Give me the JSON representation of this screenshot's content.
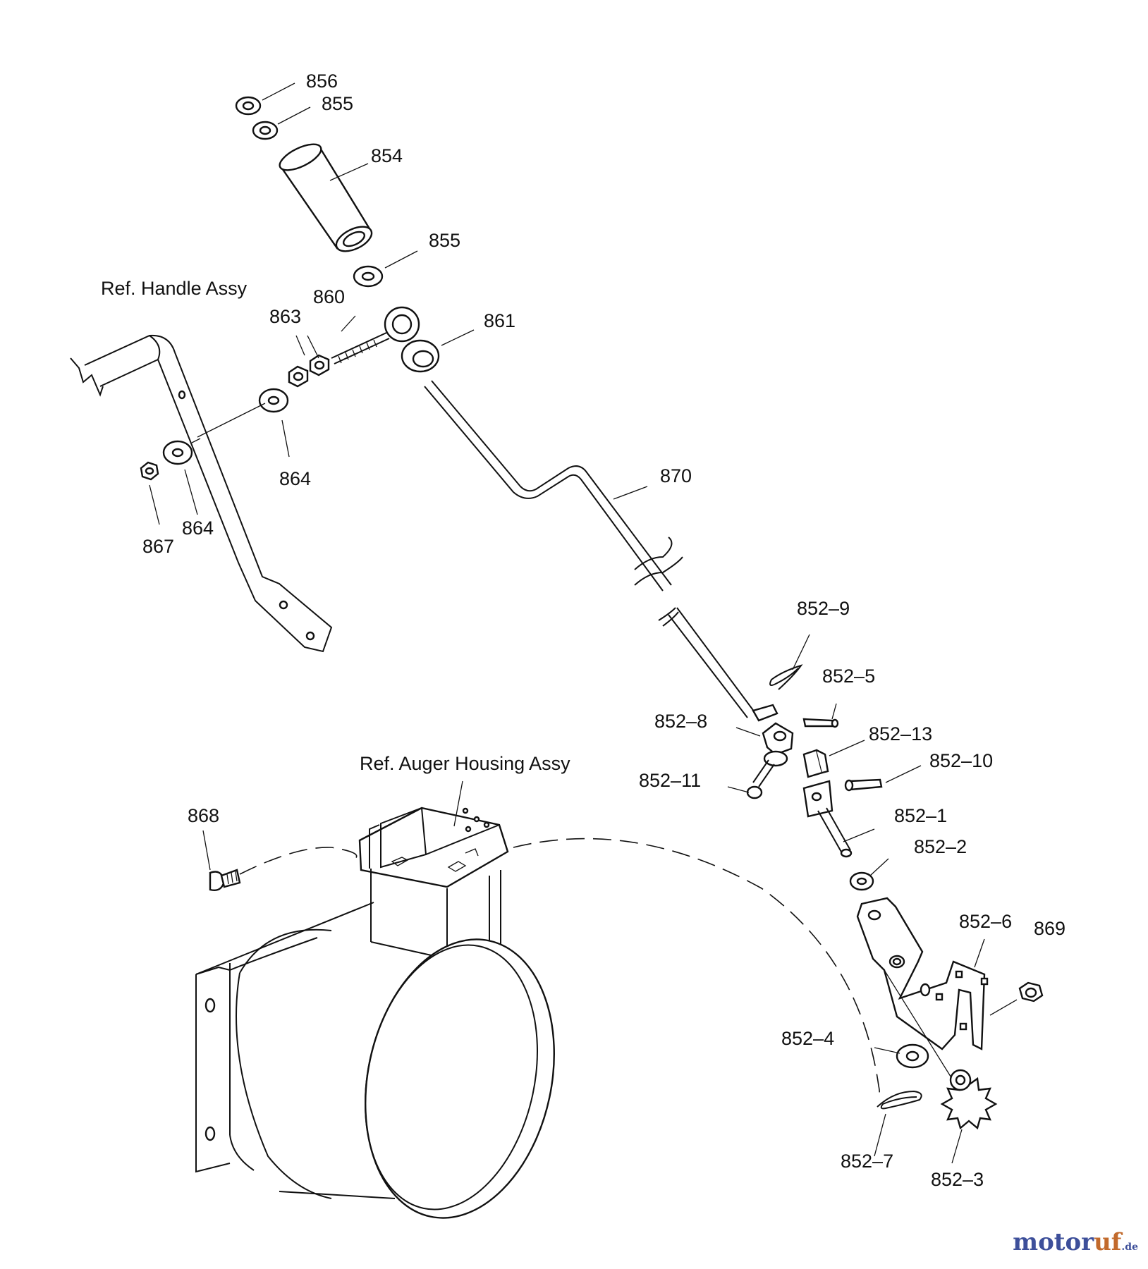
{
  "labels": {
    "p856": "856",
    "p855a": "855",
    "p854": "854",
    "p855b": "855",
    "ref_handle": "Ref. Handle Assy",
    "p860": "860",
    "p863": "863",
    "p861": "861",
    "p864a": "864",
    "p864b": "864",
    "p867": "867",
    "p870": "870",
    "p852_9": "852–9",
    "p852_5": "852–5",
    "p852_8": "852–8",
    "p852_13": "852–13",
    "p852_10": "852–10",
    "p852_11": "852–11",
    "ref_auger": "Ref. Auger Housing Assy",
    "p868": "868",
    "p852_1": "852–1",
    "p852_2": "852–2",
    "p852_6": "852–6",
    "p869": "869",
    "p852_4": "852–4",
    "p852_7": "852–7",
    "p852_3": "852–3"
  },
  "watermark": {
    "main_a": "motor",
    "main_b": "uf",
    "suffix": ".de"
  }
}
